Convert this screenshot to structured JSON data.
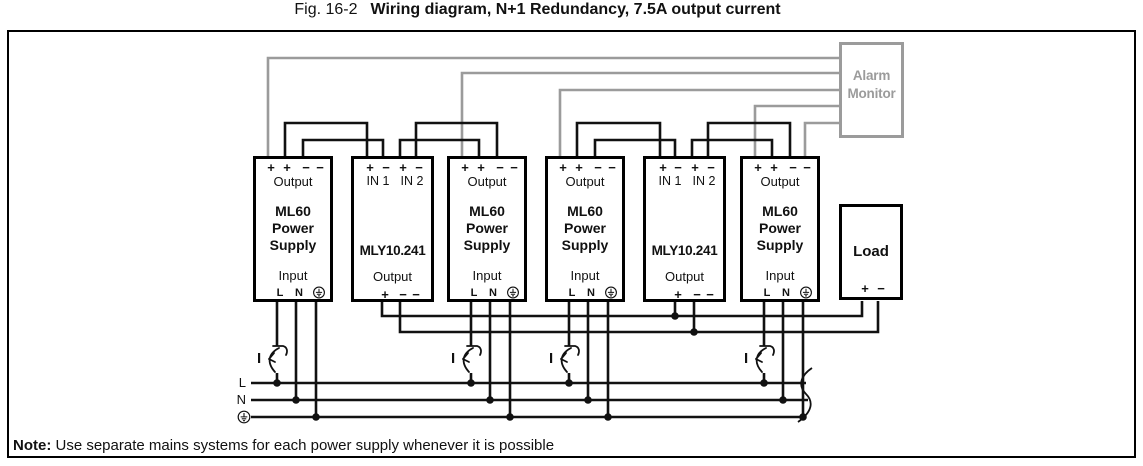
{
  "title": {
    "fig": "Fig. 16-2",
    "text": "Wiring diagram, N+1 Redundancy, 7.5A output current"
  },
  "psu": {
    "top_terminals": [
      "+",
      "+",
      "−",
      "−"
    ],
    "output_label": "Output",
    "name_lines": [
      "ML60",
      "Power",
      "Supply"
    ],
    "input_label": "Input",
    "input_l": "L",
    "input_n": "N",
    "earth_icon": "circle-earth-symbol"
  },
  "mly": {
    "top_terminals": [
      "+",
      "−",
      "+",
      "−"
    ],
    "in_labels": [
      "IN 1",
      "IN 2"
    ],
    "name": "MLY10.241",
    "output_label": "Output",
    "out_terminals": [
      "+",
      "−",
      "−"
    ]
  },
  "load": {
    "name": "Load",
    "plus": "+",
    "minus": "−"
  },
  "alarm": {
    "line1": "Alarm",
    "line2": "Monitor"
  },
  "rails": {
    "l": "L",
    "n": "N",
    "earth_icon": "circle-earth-symbol"
  },
  "breaker": {
    "label": "I"
  },
  "note": {
    "label": "Note:",
    "text": "Use separate mains systems for each power supply whenever it is possible"
  },
  "colors": {
    "wire_black": "#111111",
    "wire_gray": "#9b9b9b"
  }
}
